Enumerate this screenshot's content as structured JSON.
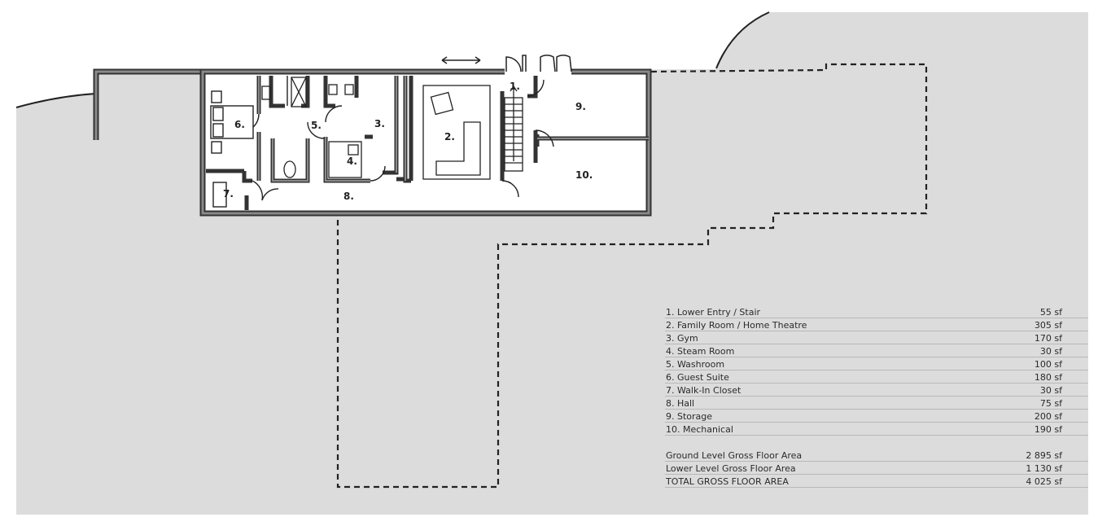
{
  "rooms": [
    {
      "label": "1."
    },
    {
      "label": "2."
    },
    {
      "label": "3."
    },
    {
      "label": "4."
    },
    {
      "label": "5."
    },
    {
      "label": "6."
    },
    {
      "label": "7."
    },
    {
      "label": "8."
    },
    {
      "label": "9."
    },
    {
      "label": "10."
    }
  ],
  "schedule": [
    {
      "name": "1. Lower Entry / Stair",
      "area": "55 sf"
    },
    {
      "name": "2. Family Room / Home Theatre",
      "area": "305 sf"
    },
    {
      "name": "3. Gym",
      "area": "170 sf"
    },
    {
      "name": "4. Steam Room",
      "area": "30 sf"
    },
    {
      "name": "5. Washroom",
      "area": "100 sf"
    },
    {
      "name": "6. Guest Suite",
      "area": "180 sf"
    },
    {
      "name": "7. Walk-In Closet",
      "area": "30 sf"
    },
    {
      "name": "8. Hall",
      "area": "75 sf"
    },
    {
      "name": "9. Storage",
      "area": "200 sf"
    },
    {
      "name": "10. Mechanical",
      "area": "190 sf"
    }
  ],
  "totals": [
    {
      "name": "Ground Level Gross Floor Area",
      "area": "2 895 sf"
    },
    {
      "name": "Lower Level Gross Floor Area",
      "area": "1 130 sf"
    },
    {
      "name": "TOTAL GROSS FLOOR AREA",
      "area": "4 025 sf"
    }
  ],
  "colors": {
    "ground": "#dcdcdc",
    "wall": "#3a3a3a",
    "wall_fill": "#8a8a8a",
    "floor": "#ffffff"
  }
}
